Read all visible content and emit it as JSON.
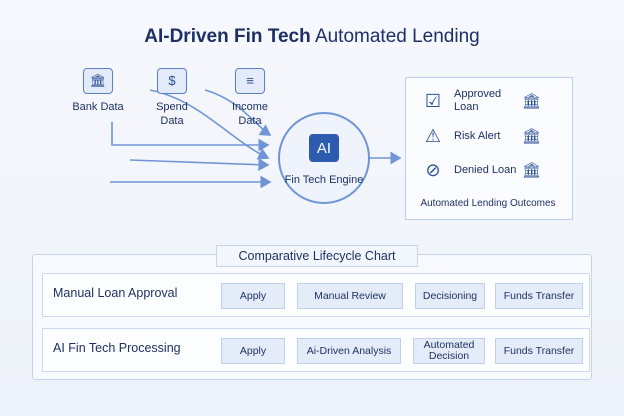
{
  "title": {
    "part1": "AI-Driven Fin Tech",
    "part2": "Automated Lending"
  },
  "sources": [
    {
      "label": "Bank Data",
      "icon": "bank-icon"
    },
    {
      "label": "Spend Data",
      "icon": "card-icon"
    },
    {
      "label": "Income Data",
      "icon": "document-icon"
    }
  ],
  "engine": {
    "chip": "AI",
    "label": "Fin Tech Engine"
  },
  "outcomes": [
    {
      "label": "Approved Loan",
      "icon": "checkmark-icon"
    },
    {
      "label": "Risk Alert",
      "icon": "warning-icon"
    },
    {
      "label": "Denied Loan",
      "icon": "denied-icon"
    }
  ],
  "outcomes_caption": "Automated Lending Outcomes",
  "comparison": {
    "title": "Comparative Lifecycle Chart",
    "lanes": [
      {
        "label": "Manual Loan Approval",
        "stages": [
          "Apply",
          "Manual Review",
          "Decisioning",
          "Funds Transfer"
        ]
      },
      {
        "label": "AI Fin Tech Processing",
        "stages": [
          "Apply",
          "Ai-Driven Analysis",
          "Automated Decision",
          "Funds Transfer"
        ]
      }
    ]
  },
  "colors": {
    "accent": "#2d5bb0",
    "line": "#6f95d6",
    "text": "#1f3163"
  }
}
